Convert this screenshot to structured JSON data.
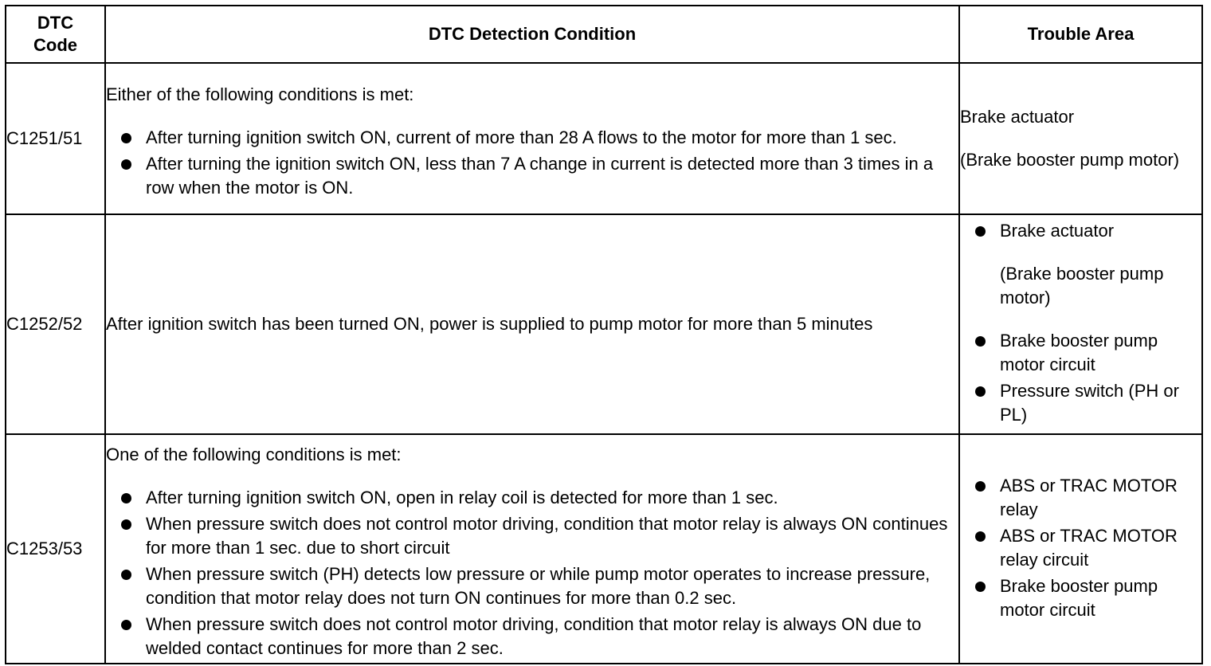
{
  "table": {
    "headers": {
      "code": "DTC Code",
      "condition": "DTC Detection Condition",
      "area": "Trouble Area"
    },
    "rows": [
      {
        "code": "C1251/51",
        "condition_intro": "Either of the following conditions is met:",
        "condition_items": [
          "After turning ignition switch ON, current of more than 28 A flows to the motor for more than 1 sec.",
          "After turning the ignition switch ON, less than 7 A change in current is detected more than 3 times in a row when the motor is ON."
        ],
        "area_lines": [
          "Brake actuator",
          "(Brake booster pump motor)"
        ]
      },
      {
        "code": "C1252/52",
        "condition_text": "After ignition switch has been turned ON, power is supplied to pump motor for more than 5 minutes",
        "area_items": [
          "Brake actuator",
          "Brake booster pump motor circuit",
          "Pressure switch (PH or PL)"
        ],
        "area_subnote": "(Brake booster pump motor)"
      },
      {
        "code": "C1253/53",
        "condition_intro": "One of the following conditions is met:",
        "condition_items": [
          "After turning ignition switch ON, open in relay coil is detected for more than 1 sec.",
          "When pressure switch does not control motor driving, condition that motor relay is always ON continues for more than 1 sec. due to short circuit",
          "When pressure switch (PH) detects low pressure or while pump motor operates to increase pressure, condition that motor relay does not turn ON continues for more than 0.2 sec.",
          "When pressure switch does not control motor driving, condition that motor relay is always ON due to welded contact continues for more than 2 sec."
        ],
        "area_items": [
          "ABS or TRAC MOTOR relay",
          "ABS or TRAC MOTOR relay circuit",
          "Brake booster pump motor circuit"
        ]
      }
    ]
  }
}
